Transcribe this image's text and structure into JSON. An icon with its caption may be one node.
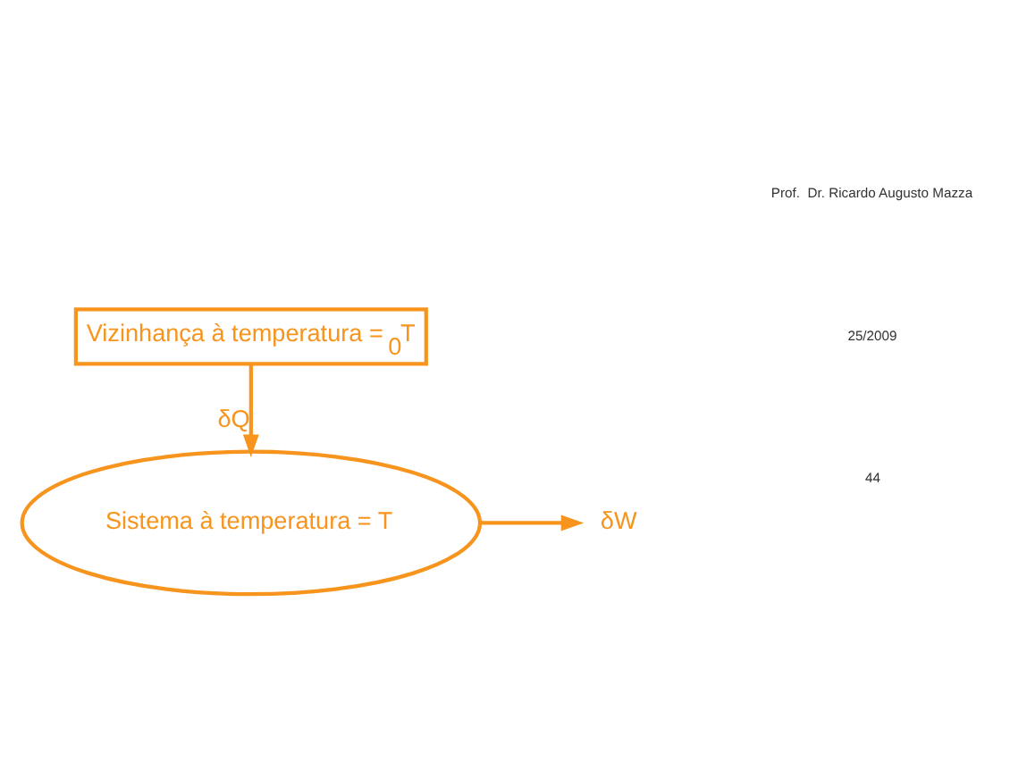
{
  "diagram": {
    "nodes": [
      {
        "text": [
          "Sistema à temperatura = T"
        ]
      },
      {
        "text": [
          "δW"
        ]
      },
      {
        "text": [
          "Vizinhança à temperatura =$_{0}$T"
        ]
      }
    ],
    "edges": [
      {
        "from": 0,
        "to": 1,
        "arrow": "to"
      },
      {
        "from": 2,
        "to": 0,
        "arrow": "to",
        "label": "δQ"
      }
    ],
    "labels": [
      "25/2009",
      "Prof.  Dr. Ricardo Augusto Mazza",
      "44"
    ]
  }
}
